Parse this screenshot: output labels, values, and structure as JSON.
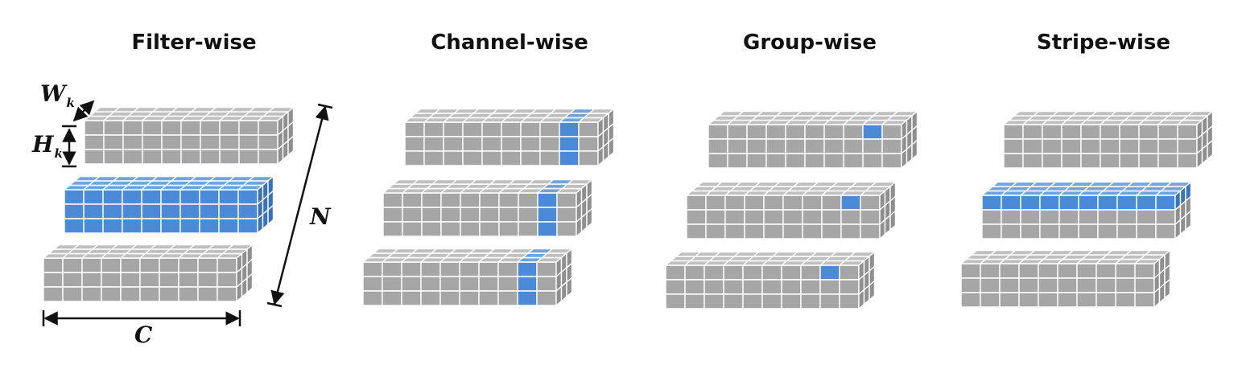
{
  "panels": [
    {
      "id": "filter-wise",
      "title": "Filter-wise",
      "highlight": "filter"
    },
    {
      "id": "channel-wise",
      "title": "Channel-wise",
      "highlight": "channel"
    },
    {
      "id": "group-wise",
      "title": "Group-wise",
      "highlight": "group"
    },
    {
      "id": "stripe-wise",
      "title": "Stripe-wise",
      "highlight": "stripe"
    }
  ],
  "dimensions": {
    "width": {
      "letter": "W",
      "sub": "k"
    },
    "height": {
      "letter": "H",
      "sub": "k"
    },
    "channels": {
      "letter": "C"
    },
    "filters": {
      "letter": "N"
    }
  },
  "grid": {
    "columns": 10,
    "rows": 3,
    "depth": 3
  },
  "colors": {
    "gray_front": "#a6a6a6",
    "gray_top": "#bfbfbf",
    "gray_side": "#8f8f8f",
    "blue_front": "#4a8ad6",
    "blue_top": "#6ea4e2",
    "blue_side": "#3a72b8",
    "line": "#ffffff",
    "text": "#111111"
  }
}
